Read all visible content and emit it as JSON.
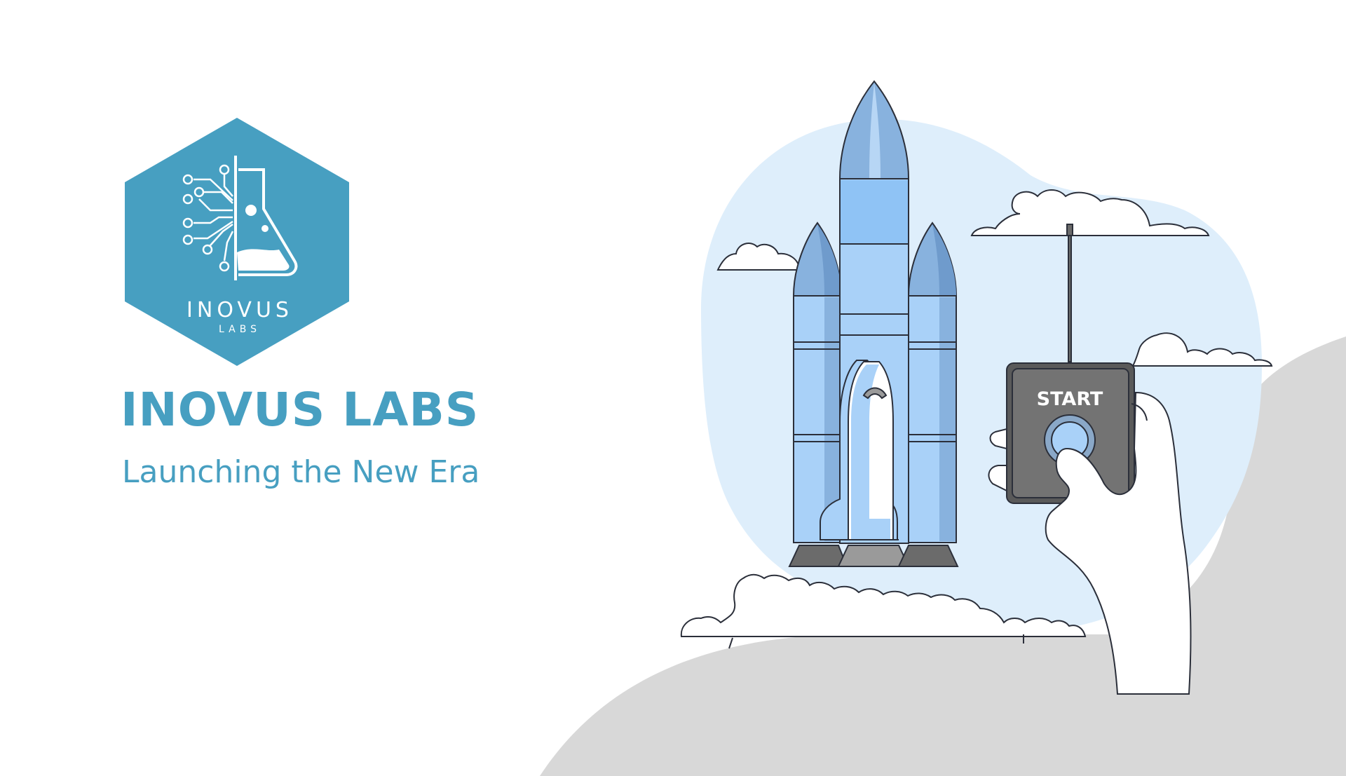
{
  "brand": {
    "name": "INOVUS LABS",
    "tagline": "Launching the New Era",
    "logo_text": "INOVUS",
    "logo_subtext": "LABS"
  },
  "remote": {
    "start_label": "START"
  },
  "colors": {
    "brand_blue": "#479fc1",
    "sky_blue": "#deeefb",
    "rocket_blue": "#a9d1f8",
    "rocket_blue_dark": "#88b2de",
    "gray_hill": "#d8d8d8",
    "gray_hill_light": "#f2f2f2",
    "remote_gray": "#6b6b6b",
    "outline": "#2b2f3a"
  }
}
